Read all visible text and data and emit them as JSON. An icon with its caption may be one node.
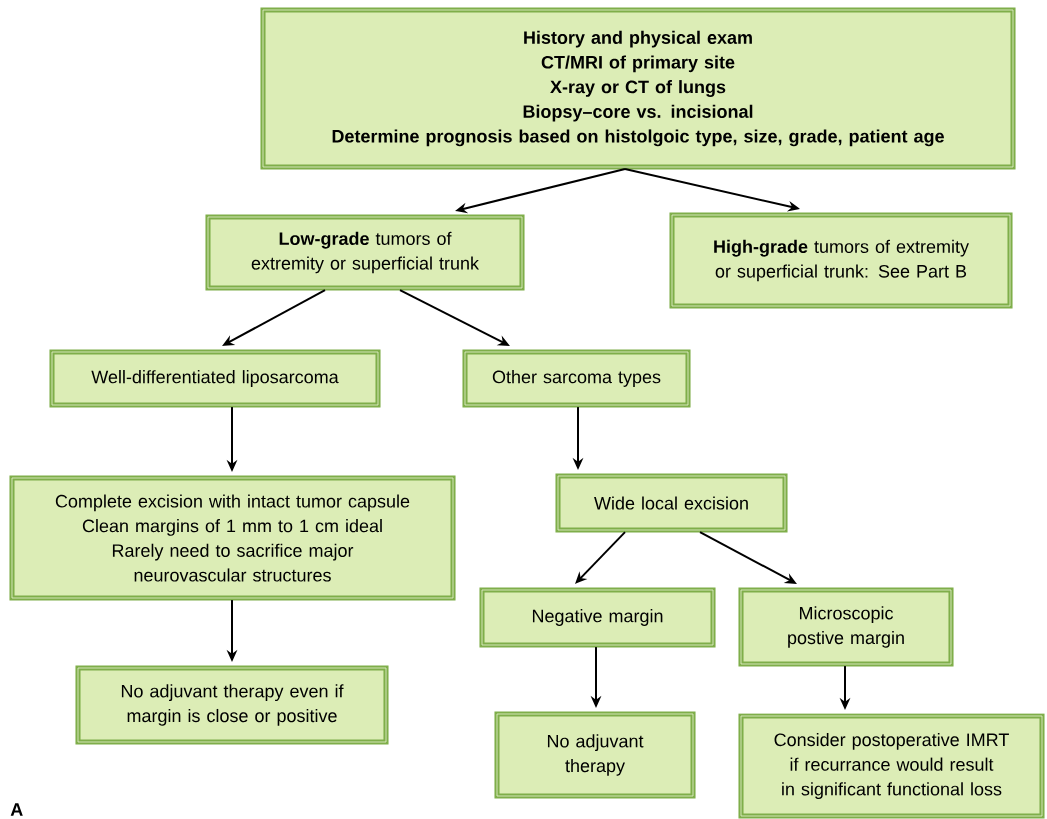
{
  "diagram": {
    "nodes": [
      {
        "text": [
          "History and physical exam",
          "CT/MRI of primary site",
          "X-ray or CT of lungs",
          "Biopsy–core vs. incisional",
          "Determine prognosis based on histolgoic type, size, grade, patient age"
        ]
      },
      {
        "text": [
          "**Low-grade** tumors of extremity or superficial trunk"
        ]
      },
      {
        "text": [
          "**High-grade** tumors of extremity or superficial trunk: See Part B"
        ]
      },
      {
        "text": [
          "Well-differentiated liposarcoma"
        ]
      },
      {
        "text": [
          "Other sarcoma types"
        ]
      },
      {
        "text": [
          "Complete excision with intact tumor capsule",
          "Clean margins of 1 mm to 1 cm ideal",
          "Rarely need to sacrifice major neurovascular structures"
        ]
      },
      {
        "text": [
          "Wide local excision"
        ]
      },
      {
        "text": [
          "No adjuvant therapy even if margin is close or positive"
        ]
      },
      {
        "text": [
          "Negative margin"
        ]
      },
      {
        "text": [
          "Microscopic postive margin"
        ]
      },
      {
        "text": [
          "No adjuvant therapy"
        ]
      },
      {
        "text": [
          "Consider postoperative IMRT if recurrance would result in significant functional loss"
        ]
      }
    ],
    "edges": [
      {
        "from": 0,
        "to": 1,
        "arrow": "to"
      },
      {
        "from": 0,
        "to": 2,
        "arrow": "to"
      },
      {
        "from": 1,
        "to": 3,
        "arrow": "to"
      },
      {
        "from": 1,
        "to": 4,
        "arrow": "to"
      },
      {
        "from": 3,
        "to": 5,
        "arrow": "to"
      },
      {
        "from": 4,
        "to": 6,
        "arrow": "to"
      },
      {
        "from": 5,
        "to": 7,
        "arrow": "to"
      },
      {
        "from": 6,
        "to": 8,
        "arrow": "to"
      },
      {
        "from": 6,
        "to": 9,
        "arrow": "to"
      },
      {
        "from": 8,
        "to": 10,
        "arrow": "to"
      },
      {
        "from": 9,
        "to": 11,
        "arrow": "to"
      }
    ],
    "labels": [
      "A"
    ]
  }
}
